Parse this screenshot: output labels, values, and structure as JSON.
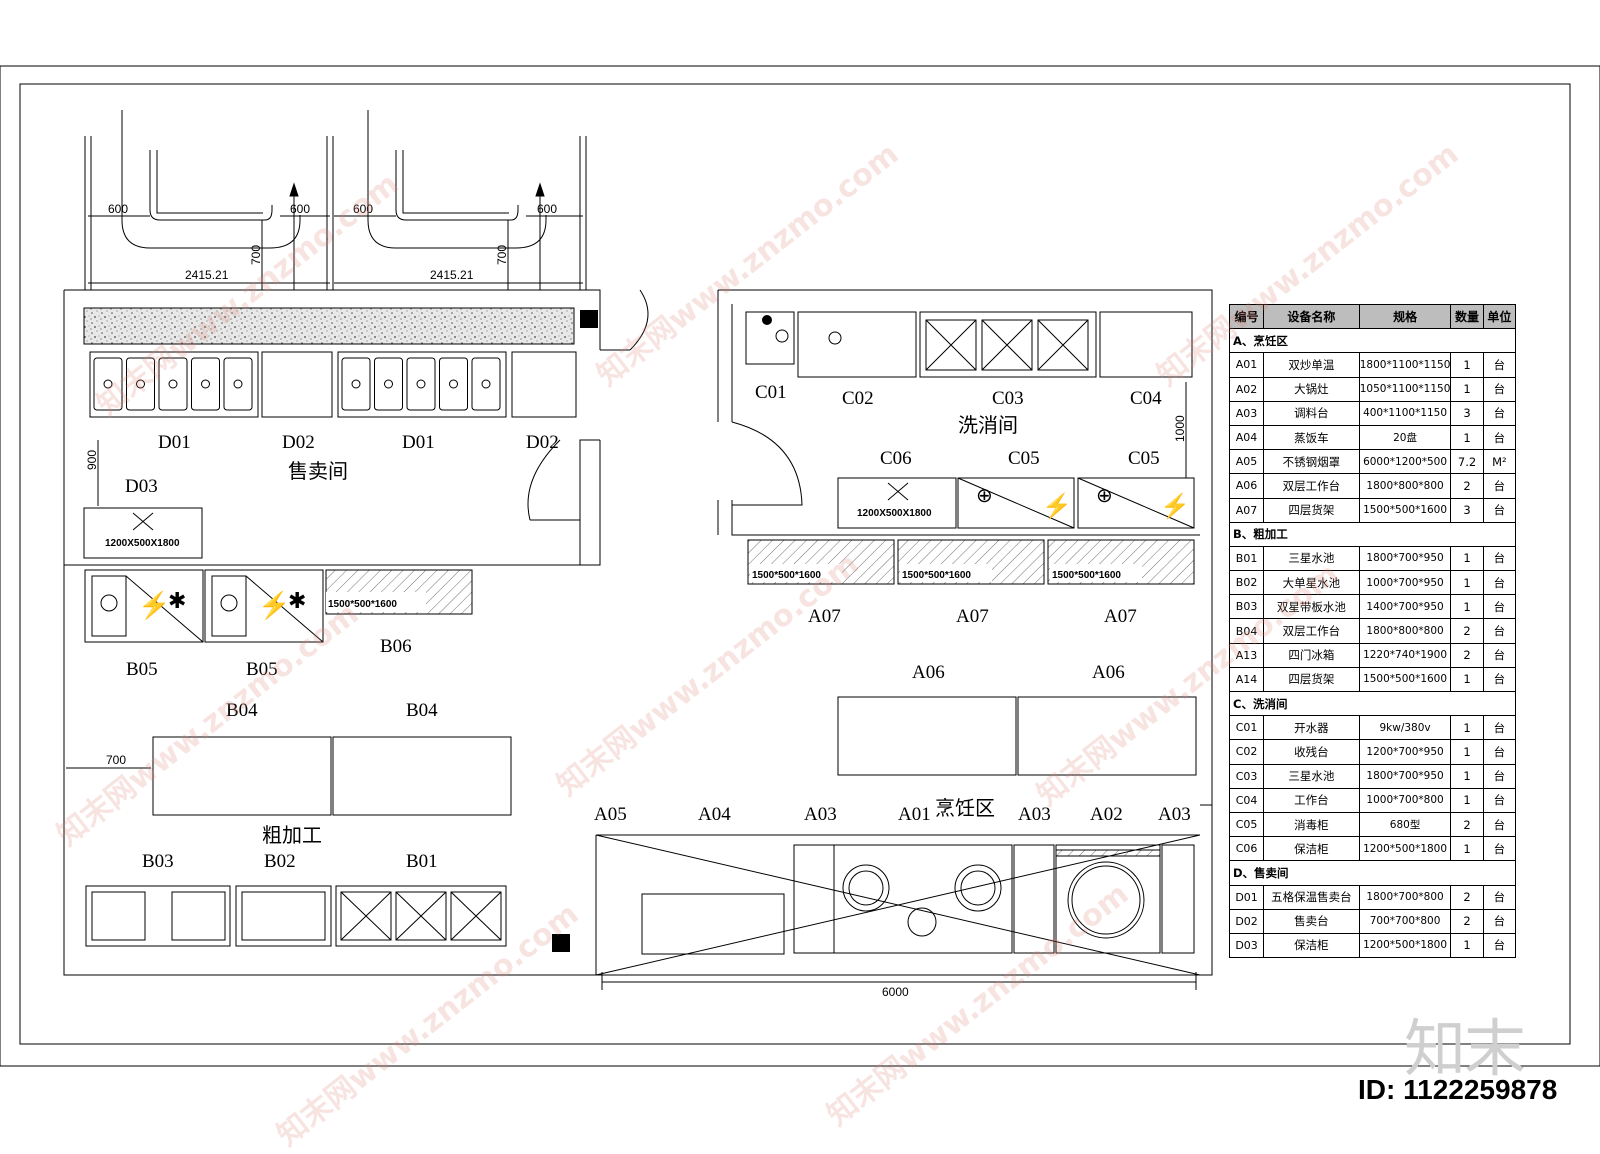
{
  "watermark": "知末网www.znzmo.com",
  "brand": "知末",
  "image_id": "ID: 1122259878",
  "rooms": {
    "sales": "售卖间",
    "wash": "洗消间",
    "rough": "粗加工",
    "cooking": "烹饪区"
  },
  "dimensions": {
    "d600": "600",
    "d700": "700",
    "d2415": "2415.21",
    "d900": "900",
    "d1000": "1000",
    "d6000": "6000"
  },
  "specs": {
    "s1200": "1200X500X1800",
    "s1500": "1500*500*1600",
    "s1200b": "1200X500X1800"
  },
  "labels": {
    "D01": "D01",
    "D02": "D02",
    "D03": "D03",
    "C01": "C01",
    "C02": "C02",
    "C03": "C03",
    "C04": "C04",
    "C05": "C05",
    "C06": "C06",
    "A01": "A01",
    "A02": "A02",
    "A03": "A03",
    "A04": "A04",
    "A05": "A05",
    "A06": "A06",
    "A07": "A07",
    "B01": "B01",
    "B02": "B02",
    "B03": "B03",
    "B04": "B04",
    "B05": "B05",
    "B06": "B06"
  },
  "schedule": {
    "headers": [
      "编号",
      "设备名称",
      "规格",
      "数量",
      "单位"
    ],
    "sections": [
      {
        "title": "A、烹饪区",
        "rows": [
          [
            "A01",
            "双炒单温",
            "1800*1100*1150",
            "1",
            "台"
          ],
          [
            "A02",
            "大锅灶",
            "1050*1100*1150",
            "1",
            "台"
          ],
          [
            "A03",
            "调料台",
            "400*1100*1150",
            "3",
            "台"
          ],
          [
            "A04",
            "蒸饭车",
            "20盘",
            "1",
            "台"
          ],
          [
            "A05",
            "不锈钢烟罩",
            "6000*1200*500",
            "7.2",
            "M²"
          ],
          [
            "A06",
            "双层工作台",
            "1800*800*800",
            "2",
            "台"
          ],
          [
            "A07",
            "四层货架",
            "1500*500*1600",
            "3",
            "台"
          ]
        ]
      },
      {
        "title": "B、粗加工",
        "rows": [
          [
            "B01",
            "三星水池",
            "1800*700*950",
            "1",
            "台"
          ],
          [
            "B02",
            "大单星水池",
            "1000*700*950",
            "1",
            "台"
          ],
          [
            "B03",
            "双星带板水池",
            "1400*700*950",
            "1",
            "台"
          ],
          [
            "B04",
            "双层工作台",
            "1800*800*800",
            "2",
            "台"
          ],
          [
            "A13",
            "四门冰箱",
            "1220*740*1900",
            "2",
            "台"
          ],
          [
            "A14",
            "四层货架",
            "1500*500*1600",
            "1",
            "台"
          ]
        ]
      },
      {
        "title": "C、洗消间",
        "rows": [
          [
            "C01",
            "开水器",
            "9kw/380v",
            "1",
            "台"
          ],
          [
            "C02",
            "收残台",
            "1200*700*950",
            "1",
            "台"
          ],
          [
            "C03",
            "三星水池",
            "1800*700*950",
            "1",
            "台"
          ],
          [
            "C04",
            "工作台",
            "1000*700*800",
            "1",
            "台"
          ],
          [
            "C05",
            "消毒柜",
            "680型",
            "2",
            "台"
          ],
          [
            "C06",
            "保洁柜",
            "1200*500*1800",
            "1",
            "台"
          ]
        ]
      },
      {
        "title": "D、售卖间",
        "rows": [
          [
            "D01",
            "五格保温售卖台",
            "1800*700*800",
            "2",
            "台"
          ],
          [
            "D02",
            "售卖台",
            "700*700*800",
            "2",
            "台"
          ],
          [
            "D03",
            "保洁柜",
            "1200*500*1800",
            "1",
            "台"
          ]
        ]
      }
    ]
  }
}
